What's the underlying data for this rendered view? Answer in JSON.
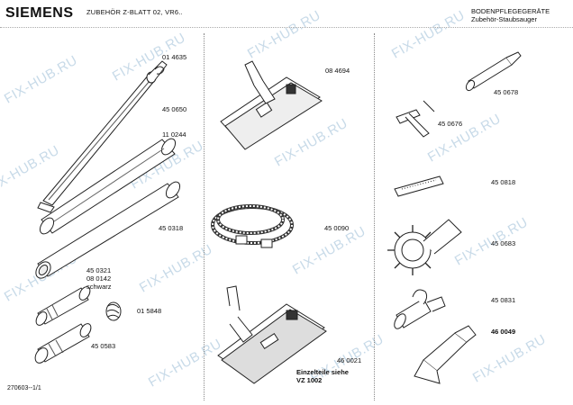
{
  "header": {
    "brand": "SIEMENS",
    "subtitle": "ZUBEHÖR Z-BLATT 02, VR6..",
    "category_line1": "BODENPFLEGEGERÄTE",
    "category_line2": "Zubehör-Staubsauger"
  },
  "parts": {
    "p014635": "01 4635",
    "p450650": "45 0650",
    "p110244": "11 0244",
    "p450318": "45 0318",
    "p450321": "45 0321",
    "p080142": "08 0142",
    "schwarz": "schwarz",
    "p015848": "01 5848",
    "p450583": "45 0583",
    "p084694": "08 4694",
    "p450090": "45 0090",
    "p460021": "46 0021",
    "einzelteile": "Einzelteile siehe",
    "vz1002": "VZ 1002",
    "p450678": "45 0678",
    "p450676": "45 0676",
    "p450818": "45 0818",
    "p450683": "45 0683",
    "p450831": "45 0831",
    "p460049": "46 0049"
  },
  "footer": {
    "code": "270603--1/1"
  },
  "watermark": {
    "text": "FIX-HUB.RU"
  }
}
